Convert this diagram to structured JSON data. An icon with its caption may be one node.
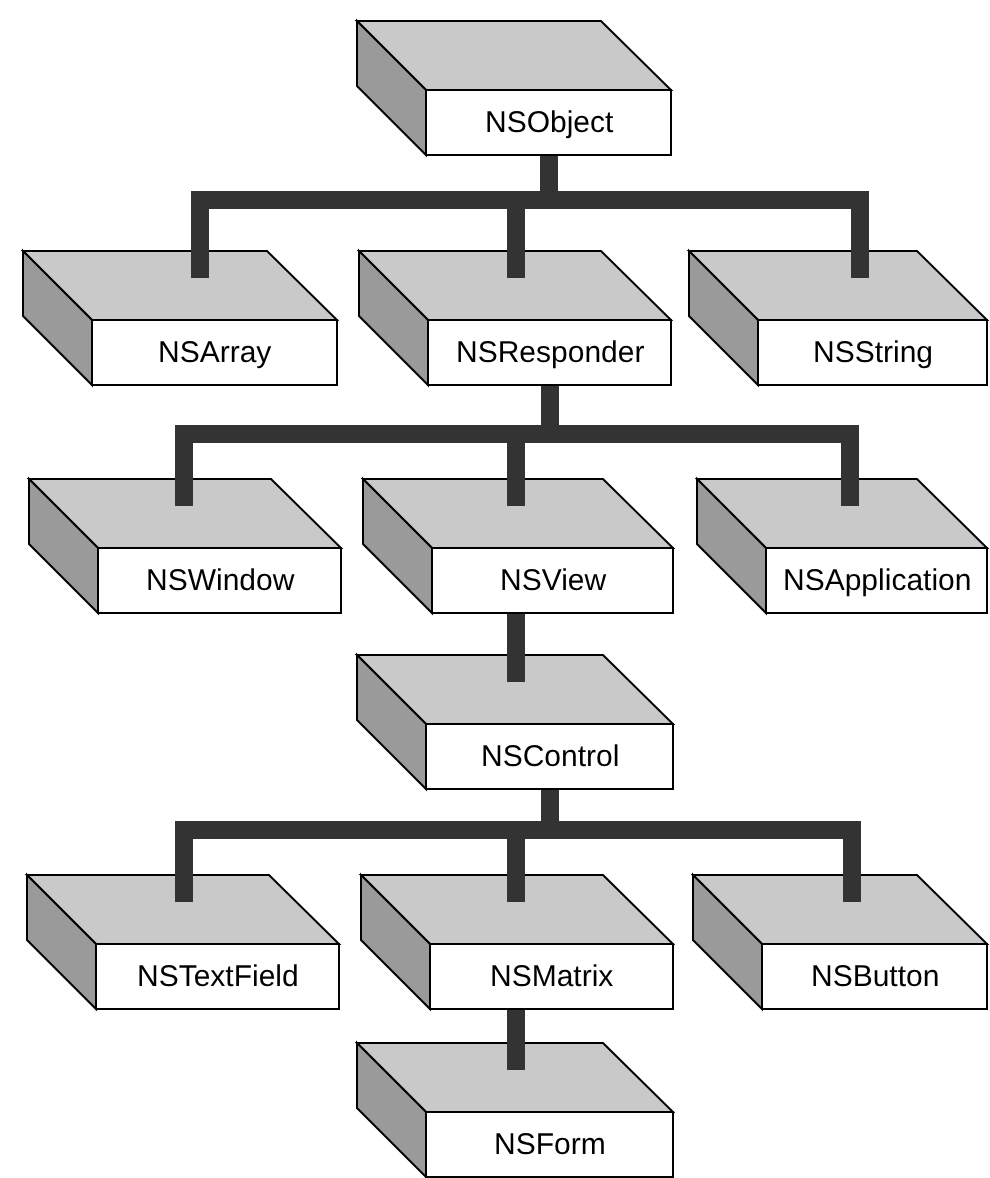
{
  "diagram": {
    "nodes": [
      {
        "text": [
          "NSObject"
        ]
      },
      {
        "text": [
          "NSArray"
        ]
      },
      {
        "text": [
          "NSResponder"
        ]
      },
      {
        "text": [
          "NSString"
        ]
      },
      {
        "text": [
          "NSWindow"
        ]
      },
      {
        "text": [
          "NSView"
        ]
      },
      {
        "text": [
          "NSApplication"
        ]
      },
      {
        "text": [
          "NSControl"
        ]
      },
      {
        "text": [
          "NSTextField"
        ]
      },
      {
        "text": [
          "NSMatrix"
        ]
      },
      {
        "text": [
          "NSButton"
        ]
      },
      {
        "text": [
          "NSForm"
        ]
      }
    ],
    "edges": [
      {
        "from": 0,
        "to": 1,
        "arrow": "none"
      },
      {
        "from": 0,
        "to": 2,
        "arrow": "none"
      },
      {
        "from": 0,
        "to": 3,
        "arrow": "none"
      },
      {
        "from": 2,
        "to": 4,
        "arrow": "none"
      },
      {
        "from": 2,
        "to": 5,
        "arrow": "none"
      },
      {
        "from": 2,
        "to": 6,
        "arrow": "none"
      },
      {
        "from": 5,
        "to": 7,
        "arrow": "none"
      },
      {
        "from": 7,
        "to": 8,
        "arrow": "none"
      },
      {
        "from": 7,
        "to": 9,
        "arrow": "none"
      },
      {
        "from": 7,
        "to": 10,
        "arrow": "none"
      },
      {
        "from": 9,
        "to": 11,
        "arrow": "none"
      }
    ]
  }
}
